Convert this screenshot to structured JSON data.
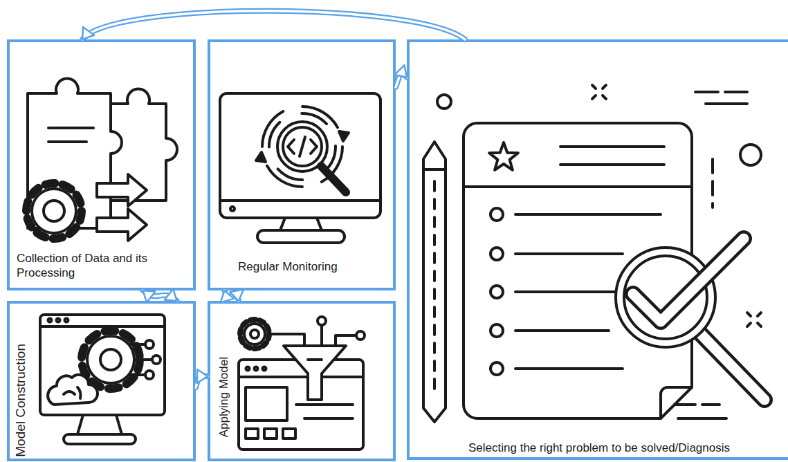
{
  "diagram": {
    "nodes": [
      {
        "text": [
          "Collection of Data and its Processing"
        ]
      },
      {
        "text": [
          "Regular Monitoring"
        ]
      },
      {
        "text": [
          "Selecting the right problem to be solved/Diagnosis"
        ]
      },
      {
        "text": [
          "Model Construction"
        ]
      },
      {
        "text": [
          "Applying Model"
        ]
      }
    ],
    "edges": [
      {
        "from": 2,
        "to": 0,
        "arrow": "to"
      },
      {
        "from": 0,
        "to": 3,
        "arrow": "both"
      },
      {
        "from": 3,
        "to": 4,
        "arrow": "to"
      },
      {
        "from": 4,
        "to": 1,
        "arrow": "both"
      },
      {
        "from": 1,
        "to": 2,
        "arrow": "to"
      }
    ]
  }
}
